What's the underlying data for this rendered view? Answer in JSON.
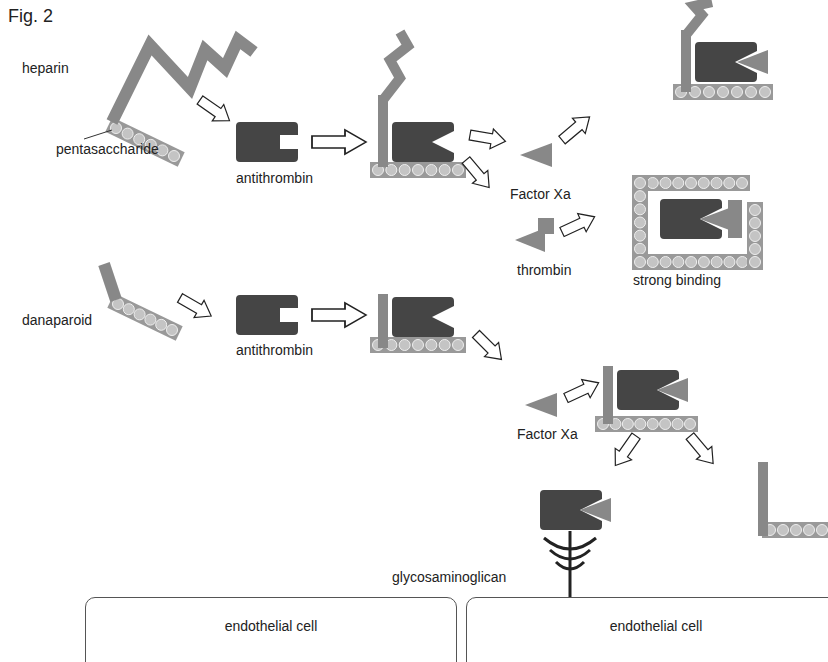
{
  "diagram": {
    "title": "Fig. 2",
    "nodes": [
      {
        "text": [
          "endothelial cell"
        ]
      },
      {
        "text": [
          "endothelial cell"
        ]
      }
    ],
    "labels": [
      "heparin",
      "pentasaccharide",
      "antithrombin",
      "Factor Xa",
      "thrombin",
      "strong binding",
      "danaparoid",
      "antithrombin",
      "Factor Xa",
      "glycosaminoglican"
    ]
  }
}
